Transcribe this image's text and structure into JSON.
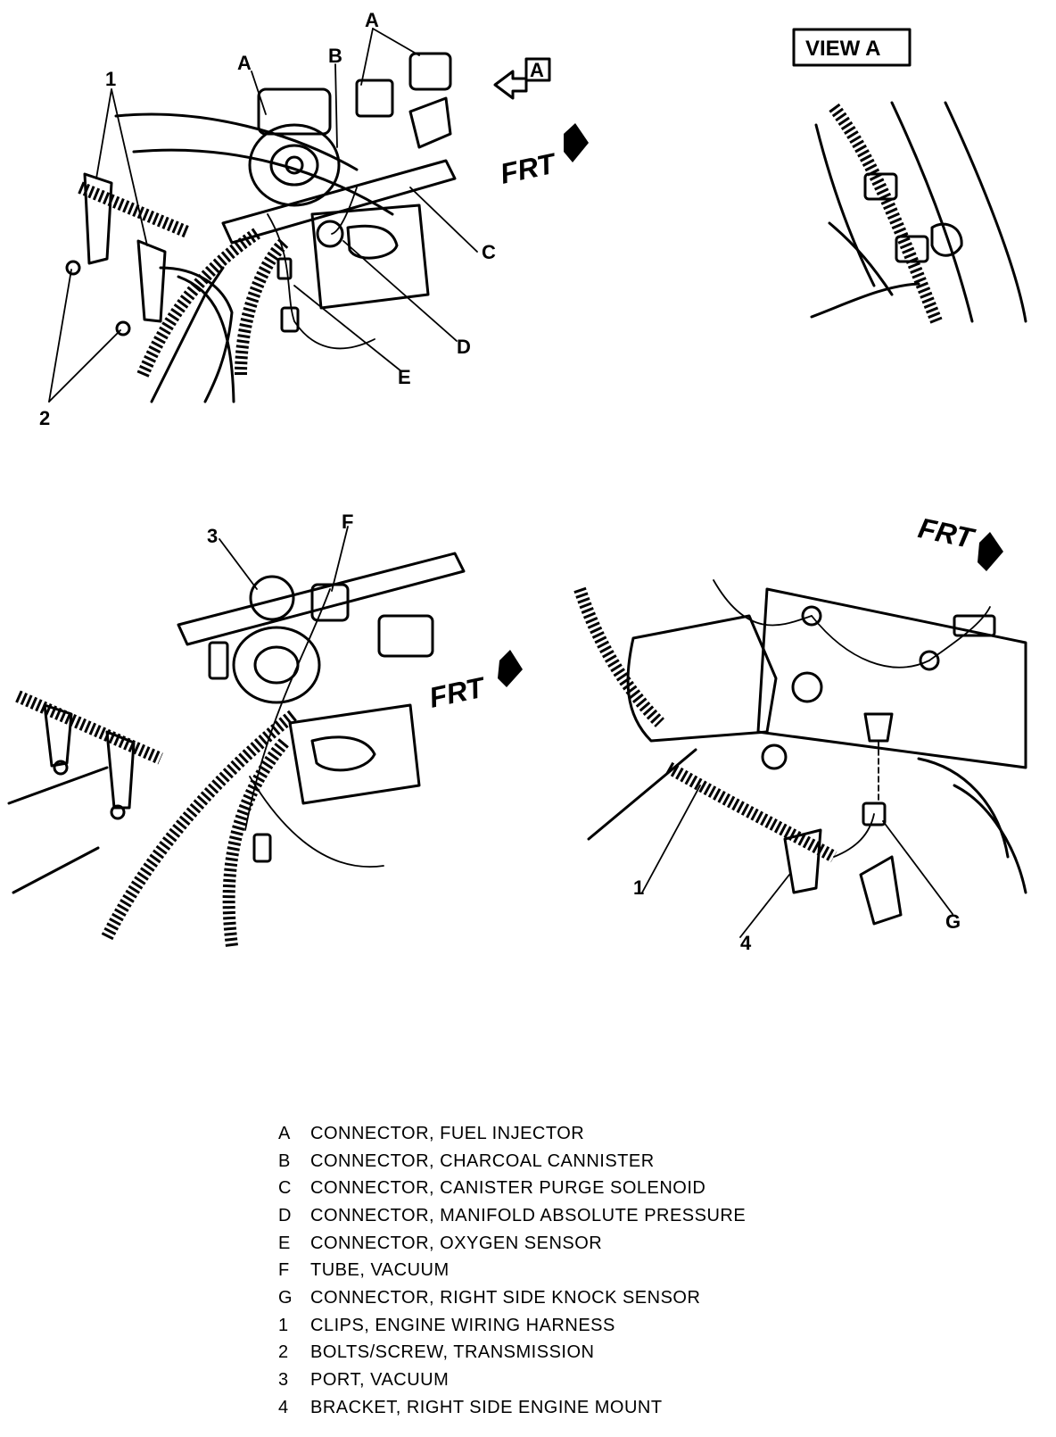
{
  "figure": {
    "view_label": "VIEW A",
    "view_marker": "A",
    "frt_label": "FRT",
    "callouts": {
      "a_left": "A",
      "a_right": "A",
      "b": "B",
      "c": "C",
      "d": "D",
      "e": "E",
      "f": "F",
      "g": "G",
      "one_top": "1",
      "two": "2",
      "three": "3",
      "one_bottom": "1",
      "four": "4"
    }
  },
  "legend": [
    {
      "key": "A",
      "text": "CONNECTOR, FUEL INJECTOR"
    },
    {
      "key": "B",
      "text": "CONNECTOR, CHARCOAL CANNISTER"
    },
    {
      "key": "C",
      "text": "CONNECTOR, CANISTER PURGE SOLENOID"
    },
    {
      "key": "D",
      "text": "CONNECTOR, MANIFOLD ABSOLUTE PRESSURE"
    },
    {
      "key": "E",
      "text": "CONNECTOR, OXYGEN SENSOR"
    },
    {
      "key": "F",
      "text": "TUBE, VACUUM"
    },
    {
      "key": "G",
      "text": "CONNECTOR, RIGHT SIDE KNOCK SENSOR"
    },
    {
      "key": "1",
      "text": "CLIPS, ENGINE WIRING HARNESS"
    },
    {
      "key": "2",
      "text": "BOLTS/SCREW, TRANSMISSION"
    },
    {
      "key": "3",
      "text": "PORT, VACUUM"
    },
    {
      "key": "4",
      "text": "BRACKET, RIGHT SIDE ENGINE MOUNT"
    }
  ]
}
